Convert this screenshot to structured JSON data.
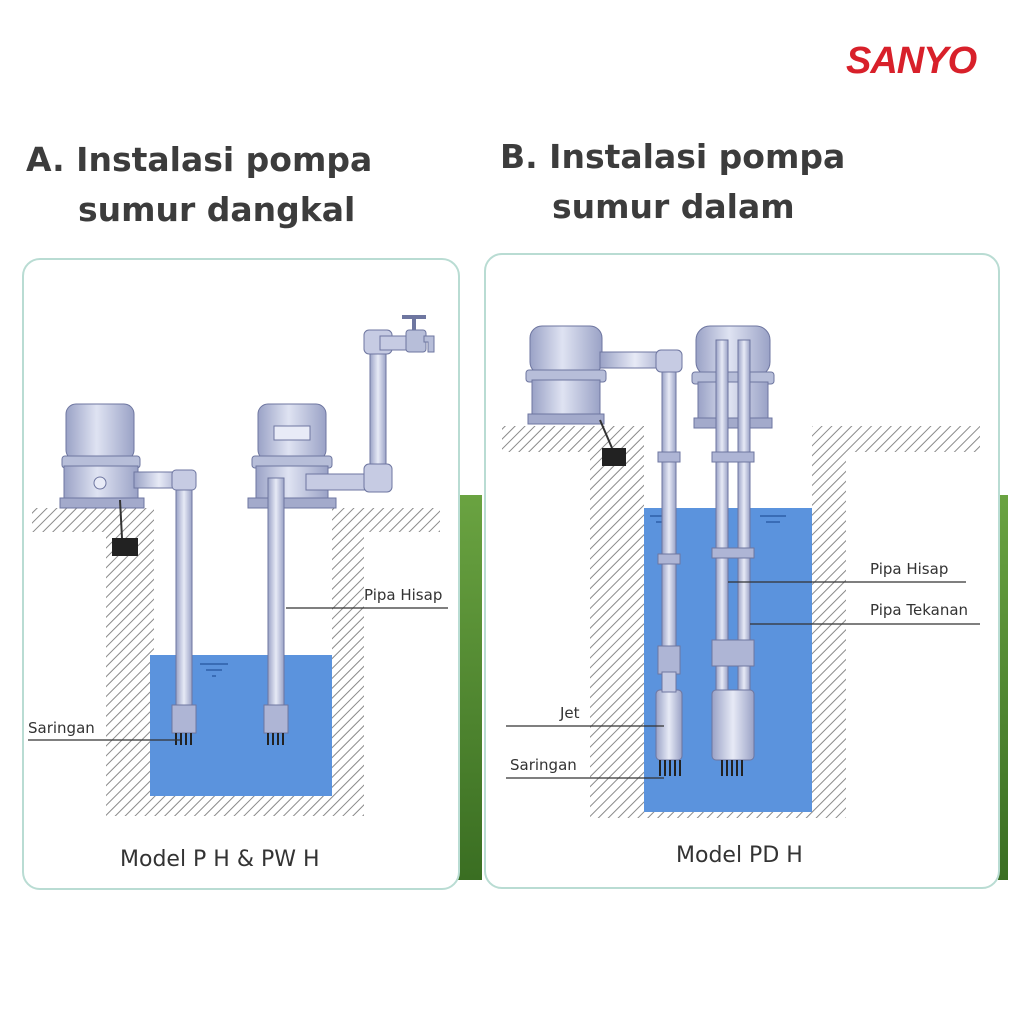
{
  "brand": {
    "logo_text": "SANYO",
    "color": "#d8202a"
  },
  "section_a": {
    "heading_line1": "A. Instalasi pompa",
    "heading_line2": "sumur dangkal",
    "labels": {
      "pipa_hisap": "Pipa Hisap",
      "saringan": "Saringan"
    },
    "model": "Model P H & PW H"
  },
  "section_b": {
    "heading_line1": "B. Instalasi pompa",
    "heading_line2": "sumur dalam",
    "labels": {
      "pipa_hisap": "Pipa Hisap",
      "pipa_tekanan": "Pipa Tekanan",
      "jet": "Jet",
      "saringan": "Saringan"
    },
    "model": "Model PD H"
  },
  "colors": {
    "water": "#5b93dd",
    "pump": "#c9cfe6",
    "pipe": "#c6cbe3",
    "accent_green": "#4f8a2e",
    "panel_border": "#b9dcd3"
  }
}
